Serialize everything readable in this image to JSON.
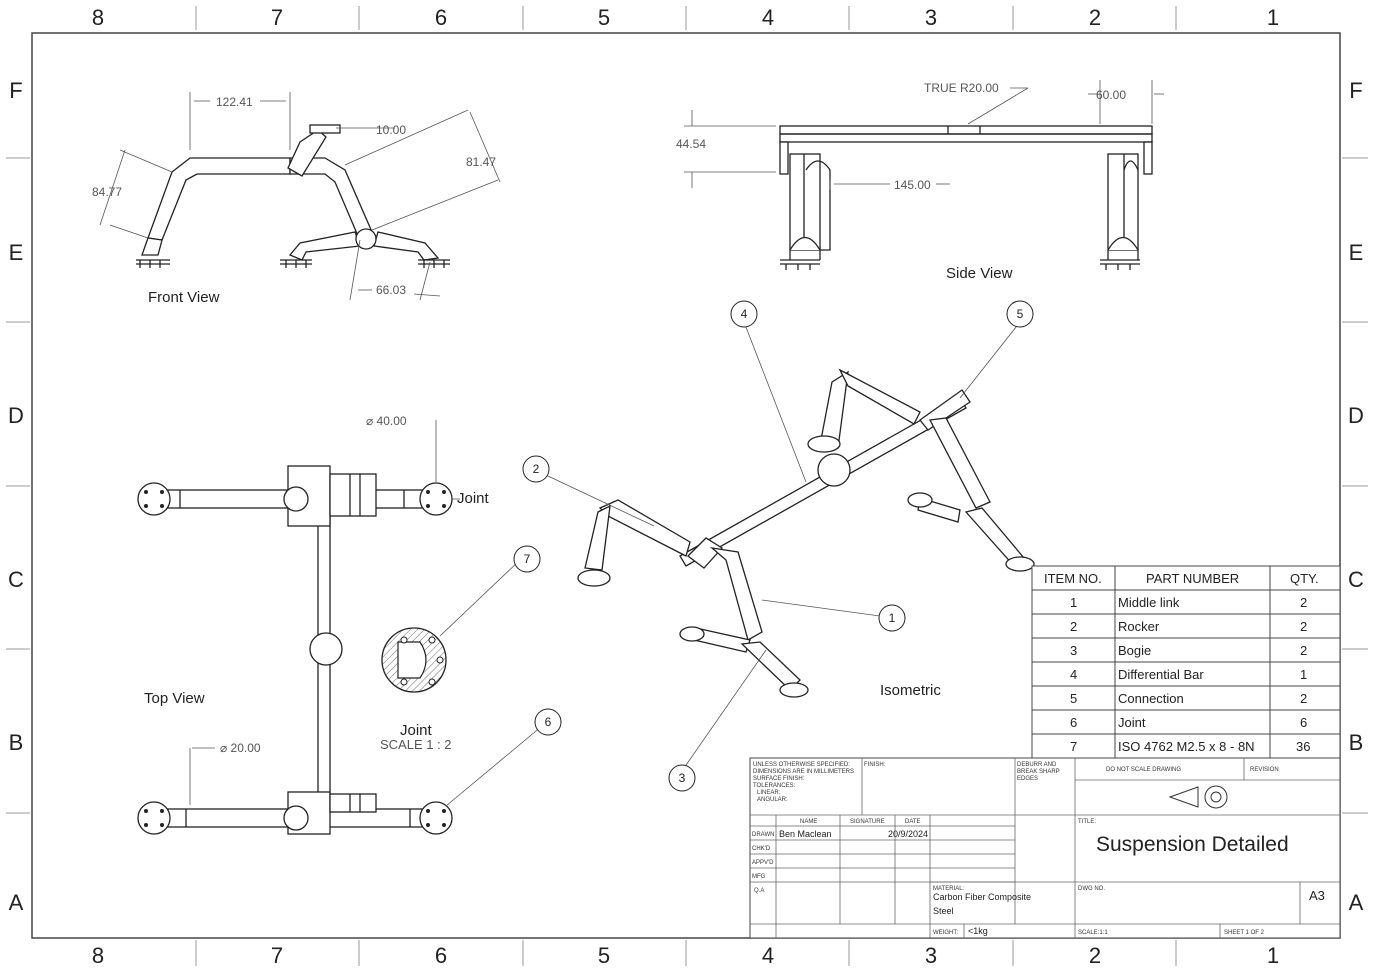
{
  "zones": {
    "columns": [
      "8",
      "7",
      "6",
      "5",
      "4",
      "3",
      "2",
      "1"
    ],
    "rows": [
      "F",
      "E",
      "D",
      "C",
      "B",
      "A"
    ]
  },
  "views": {
    "front": "Front View",
    "side": "Side View",
    "top": "Top View",
    "isometric": "Isometric",
    "detail_title": "Joint",
    "detail_scale": "SCALE 1 : 2",
    "detail_callout": "Joint"
  },
  "dimensions": {
    "front_width": "122.41",
    "front_offset": "10.00",
    "front_diag": "81.47",
    "front_height": "84.77",
    "front_spread": "66.03",
    "side_radius": "TRUE R20.00",
    "side_width": "60.00",
    "side_height": "44.54",
    "side_offset": "145.00",
    "top_diameter": "⌀ 40.00",
    "top_tube": "⌀ 20.00"
  },
  "balloons": [
    "1",
    "2",
    "3",
    "4",
    "5",
    "6",
    "7"
  ],
  "bom": {
    "headers": [
      "ITEM NO.",
      "PART NUMBER",
      "QTY."
    ],
    "rows": [
      {
        "item": "1",
        "part": "Middle link",
        "qty": "2"
      },
      {
        "item": "2",
        "part": "Rocker",
        "qty": "2"
      },
      {
        "item": "3",
        "part": "Bogie",
        "qty": "2"
      },
      {
        "item": "4",
        "part": "Differential Bar",
        "qty": "1"
      },
      {
        "item": "5",
        "part": "Connection",
        "qty": "2"
      },
      {
        "item": "6",
        "part": "Joint",
        "qty": "6"
      },
      {
        "item": "7",
        "part": "ISO 4762 M2.5 x 8 - 8N",
        "qty": "36"
      }
    ]
  },
  "title_block": {
    "notes": [
      "UNLESS OTHERWISE SPECIFIED:",
      "DIMENSIONS ARE IN MILLIMETERS",
      "SURFACE FINISH:",
      "TOLERANCES:",
      "LINEAR:",
      "ANGULAR:"
    ],
    "finish_label": "FINISH:",
    "deburr": [
      "DEBURR AND",
      "BREAK SHARP",
      "EDGES"
    ],
    "no_scale": "DO NOT SCALE DRAWING",
    "revision": "REVISION",
    "col_name": "NAME",
    "col_signature": "SIGNATURE",
    "col_date": "DATE",
    "drawn_label": "DRAWN",
    "drawn_name": "Ben Maclean",
    "drawn_date": "20/9/2024",
    "chkd": "CHK'D",
    "appvd": "APPV'D",
    "mfg": "MFG",
    "qa": "Q.A",
    "material_label": "MATERIAL:",
    "material_1": "Carbon Fiber Composite",
    "material_2": "Steel",
    "weight_label": "WEIGHT:",
    "weight": "<1kg",
    "title_label": "TITLE:",
    "title": "Suspension Detailed",
    "dwg_label": "DWG NO.",
    "size": "A3",
    "scale_label": "SCALE:1:1",
    "sheet": "SHEET 1 OF 2"
  }
}
